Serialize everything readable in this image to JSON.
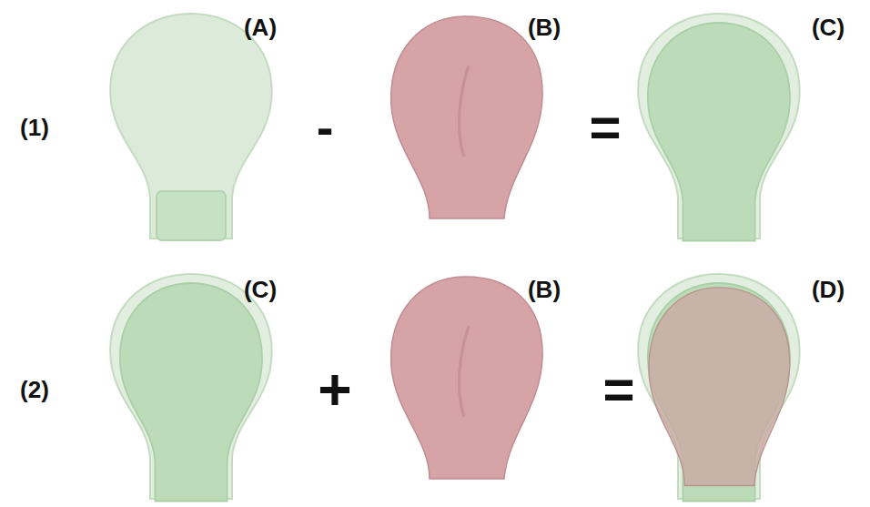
{
  "diagram": {
    "labels": [
      "(A)",
      "(B)",
      "(C)",
      "(1)",
      "-",
      "=",
      "(C)",
      "(B)",
      "(D)",
      "(2)",
      "+",
      "="
    ]
  }
}
